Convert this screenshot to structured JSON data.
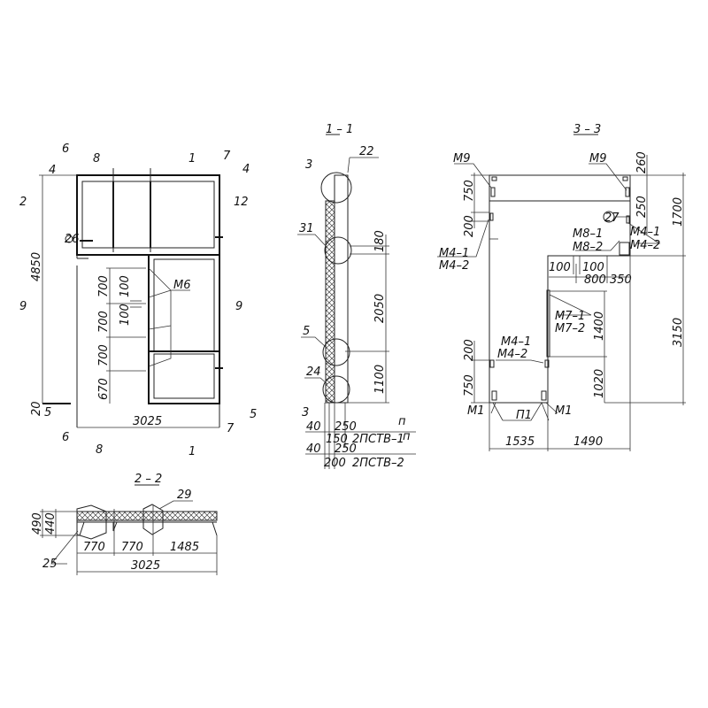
{
  "plan": {
    "marks_top": [
      "6",
      "4",
      "8",
      "1",
      "7",
      "4"
    ],
    "marks_side": [
      "2",
      "12",
      "9",
      "9",
      "20",
      "5",
      "5"
    ],
    "marks_bottom": [
      "6",
      "8",
      "1",
      "7"
    ],
    "height_dim": "4850",
    "width_dim": "3025",
    "chain_dims": [
      "700",
      "700",
      "700",
      "670"
    ],
    "small_dims": [
      "100",
      "100"
    ],
    "callout_m6": "М6",
    "node_label": "26"
  },
  "section_1_1": {
    "title": "1 – 1",
    "callouts": [
      "22",
      "31",
      "5",
      "24"
    ],
    "cut_marks": [
      "3",
      "3"
    ],
    "vertical_dims": [
      "180",
      "2050",
      "1100"
    ],
    "bottom_rows": [
      {
        "left": "40",
        "mid": "250",
        "sub": "150",
        "name": "2ПСТВ–1",
        "note": "п"
      },
      {
        "left": "40",
        "mid": "250",
        "sub": "200",
        "name": "2ПСТВ–2",
        "note": "п"
      }
    ]
  },
  "section_2_2": {
    "title": "2 – 2",
    "callouts": [
      "29",
      "25"
    ],
    "left_dims": [
      "490",
      "440"
    ],
    "chain_dims": [
      "770",
      "770",
      "1485"
    ],
    "total_dim": "3025"
  },
  "section_3_3": {
    "title": "3 – 3",
    "labels": {
      "m9_left": "М9",
      "m9_right": "М9",
      "m4_1_left": "М4–1",
      "m4_2_left": "М4–2",
      "m4_1_right": "М4–1",
      "m4_2_right": "М4–2",
      "m8_1": "М8–1",
      "m8_2": "М8–2",
      "m7_1": "М7–1",
      "m7_2": "М7–2",
      "m4_1_low": "М4–1",
      "m4_2_low": "М4–2",
      "m1_left": "М1",
      "m1_right": "М1",
      "p1": "П1",
      "node": "27"
    },
    "dims": {
      "left_top_750": "750",
      "left_top_200": "200",
      "left_bot_200": "200",
      "left_bot_750": "750",
      "right_260": "260",
      "right_250": "250",
      "right_1700": "1700",
      "right_3150": "3150",
      "d100a": "100",
      "d100b": "100",
      "d800": "800",
      "d350": "350",
      "d1400": "1400",
      "d1020": "1020",
      "bottom_1535": "1535",
      "bottom_1490": "1490"
    }
  }
}
